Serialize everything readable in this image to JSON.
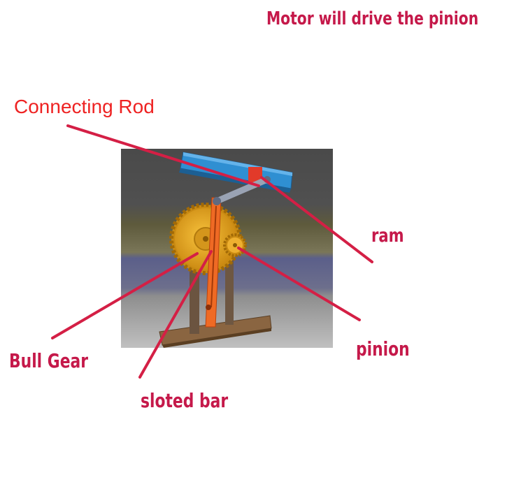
{
  "labels": {
    "title": "Motor will drive the pinion",
    "connecting_rod": "Connecting Rod",
    "ram": "ram",
    "bull_gear": "Bull Gear",
    "pinion": "pinion",
    "sloted_bar": "sloted bar"
  },
  "colors": {
    "label_text": "#c5194a",
    "rod_label_text": "#ee2222",
    "leader_line": "#d41f45",
    "gear": "#e2a21a",
    "slotted_bar": "#ef6a24",
    "ram_beam": "#2f8fd2",
    "base": "#7a5a3a"
  }
}
